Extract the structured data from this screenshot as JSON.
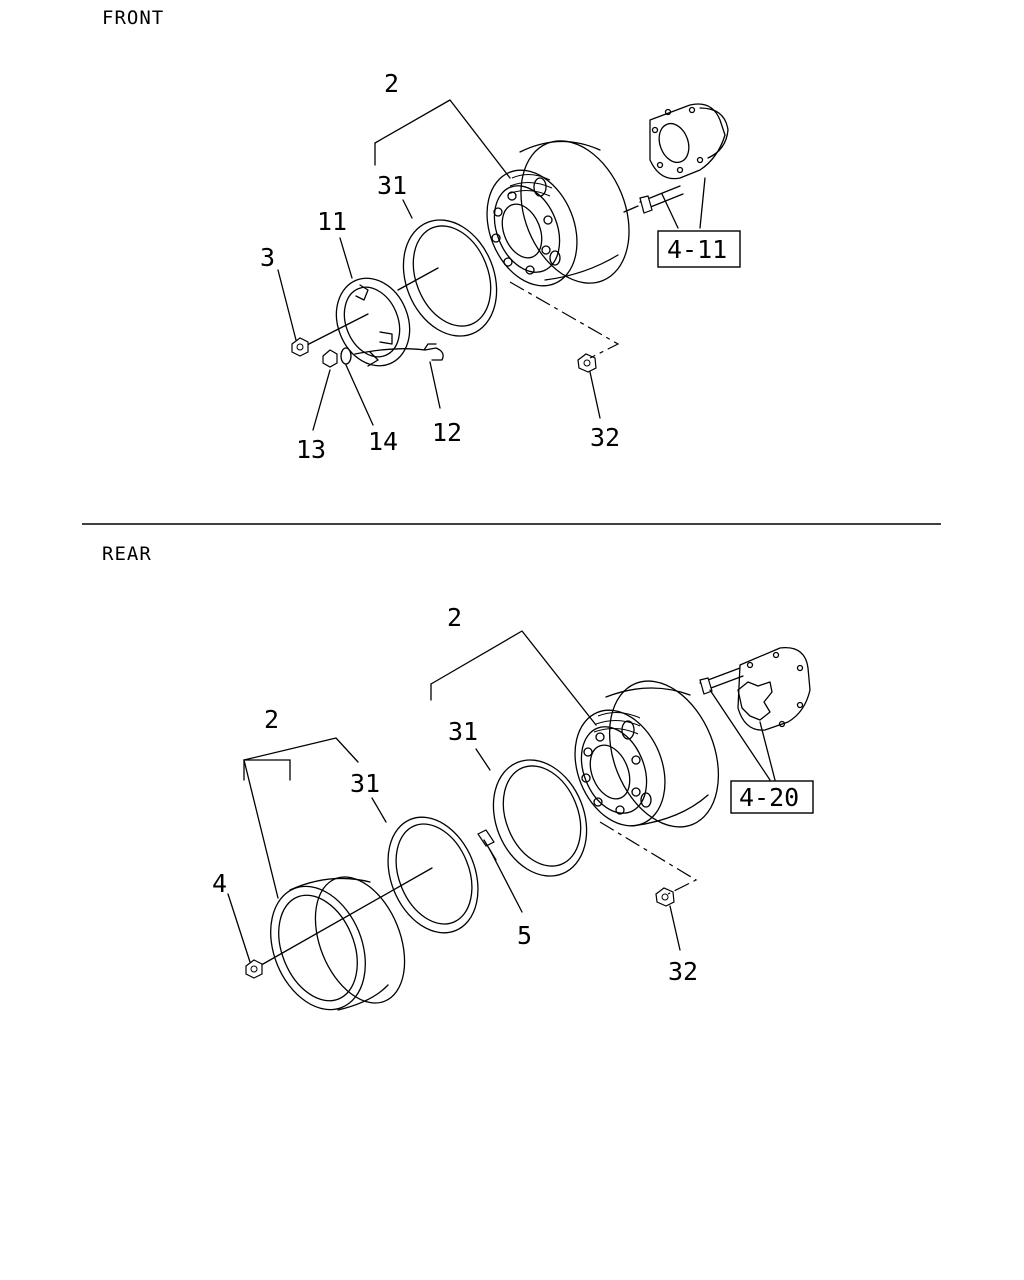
{
  "sections": {
    "front": {
      "title": "FRONT",
      "callouts": {
        "c2": "2",
        "c31": "31",
        "c11": "11",
        "c3": "3",
        "c13": "13",
        "c14": "14",
        "c12": "12",
        "c32": "32"
      },
      "ref": "4-11"
    },
    "rear": {
      "title": "REAR",
      "callouts": {
        "c2a": "2",
        "c31a": "31",
        "c2b": "2",
        "c31b": "31",
        "c4": "4",
        "c5": "5",
        "c32": "32"
      },
      "ref": "4-20"
    }
  }
}
